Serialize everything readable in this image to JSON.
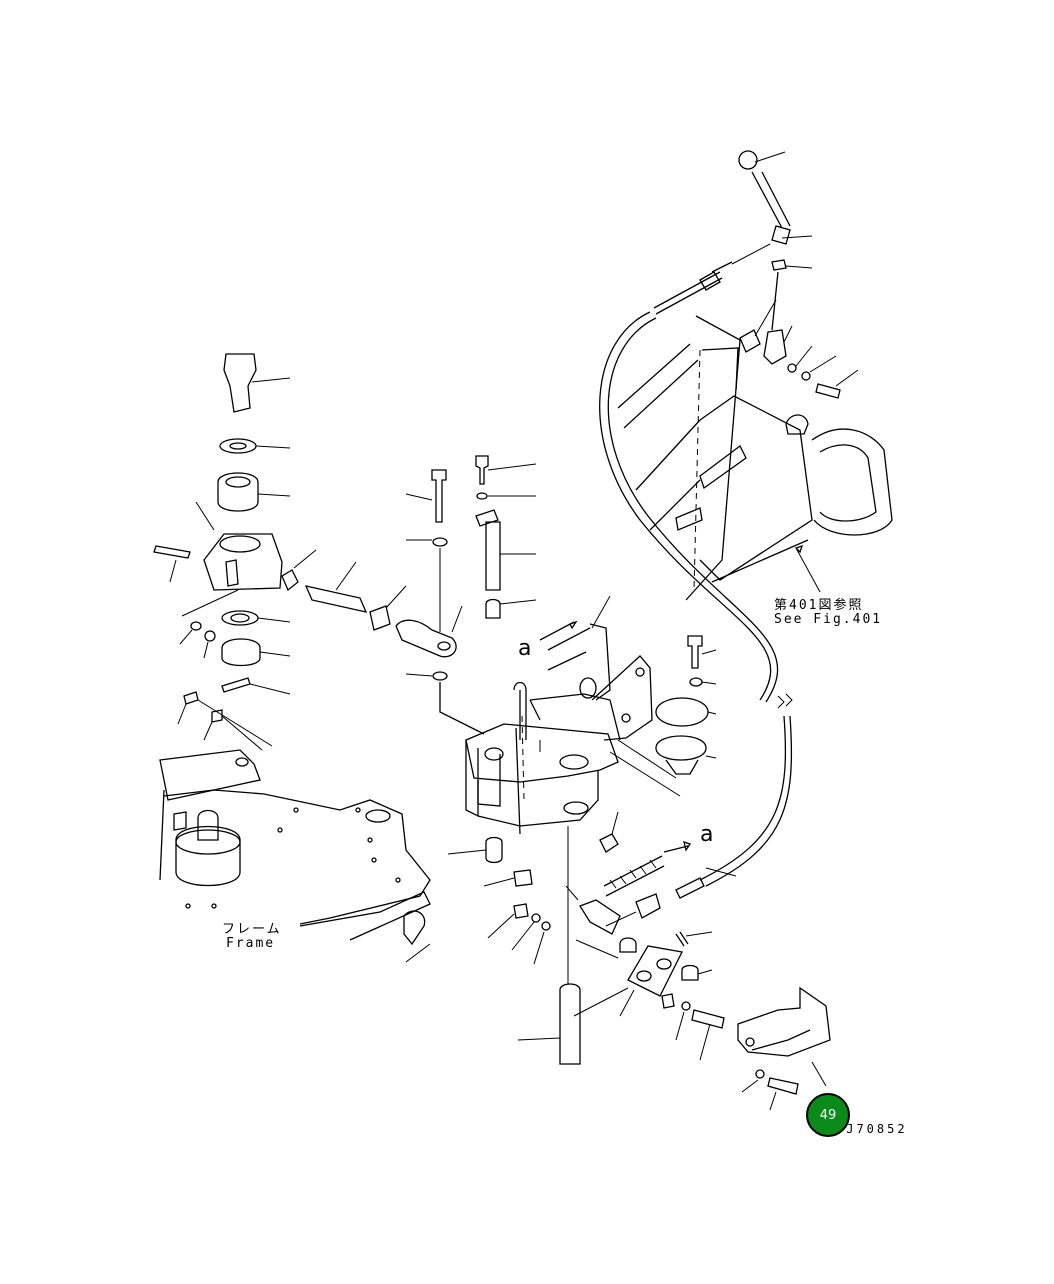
{
  "diagram": {
    "fig_ref_jp": "第401図参照",
    "fig_ref_en": "See Fig.401",
    "frame_jp": "フレーム",
    "frame_en": "Frame",
    "ref_letter": "a",
    "drawing_code": "PJ70852",
    "callout_badge": "49",
    "badge_color": "#0a8a1a"
  }
}
